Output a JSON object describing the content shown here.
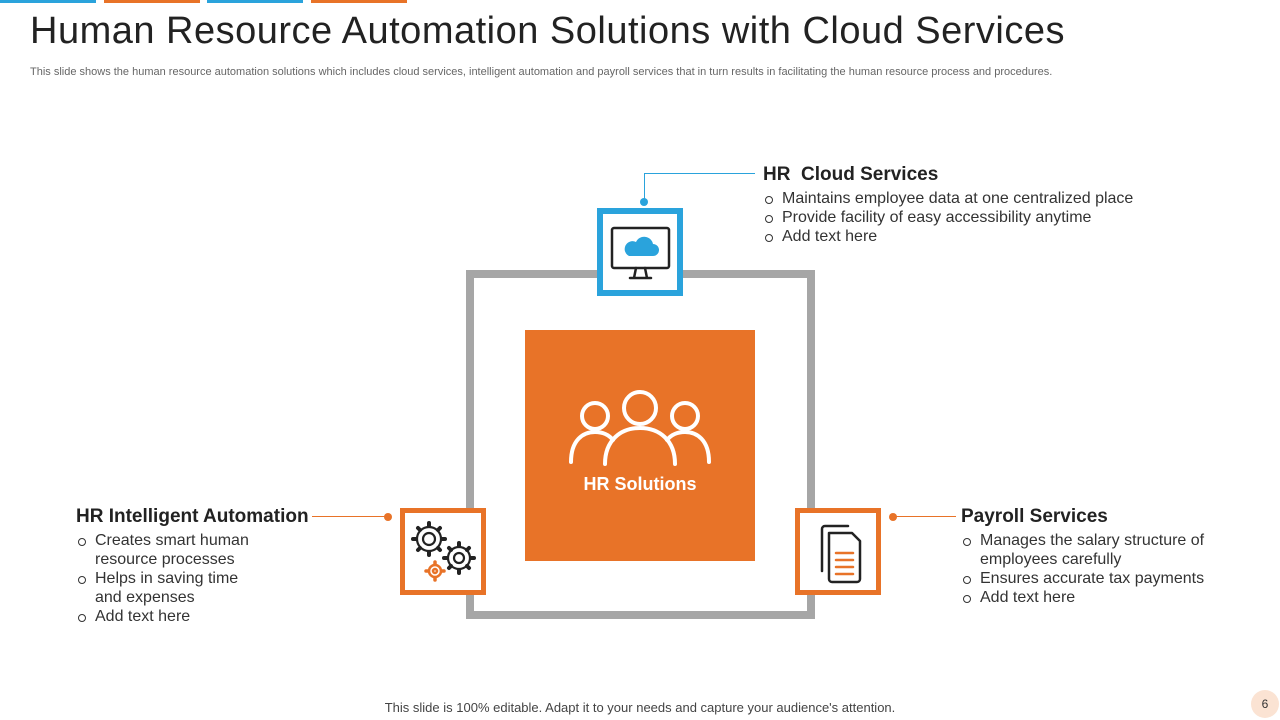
{
  "colors": {
    "orange": "#e87328",
    "blue": "#2aa3dc",
    "gray": "#a6a6a6"
  },
  "title": "Human Resource Automation Solutions with Cloud Services",
  "subtitle": "This slide shows the human resource automation solutions which includes cloud services, intelligent automation and payroll services that in turn results in facilitating the human resource process and procedures.",
  "center": {
    "label": "HR Solutions",
    "icon": "people-group-icon"
  },
  "cloud": {
    "heading": "HR  Cloud Services",
    "icon": "cloud-monitor-icon",
    "bullets": [
      "Maintains employee data at one centralized place",
      "Provide facility of easy accessibility anytime",
      "Add text here"
    ]
  },
  "automation": {
    "heading": "HR Intelligent Automation",
    "icon": "gears-icon",
    "bullets": [
      "Creates smart human resource processes",
      "Helps in saving time and expenses",
      "Add text here"
    ]
  },
  "payroll": {
    "heading": "Payroll Services",
    "icon": "documents-icon",
    "bullets": [
      "Manages the salary structure of employees carefully",
      "Ensures accurate tax payments",
      "Add text here"
    ]
  },
  "footer": "This slide is 100% editable. Adapt it to your needs and capture your audience's attention.",
  "page_number": "6"
}
